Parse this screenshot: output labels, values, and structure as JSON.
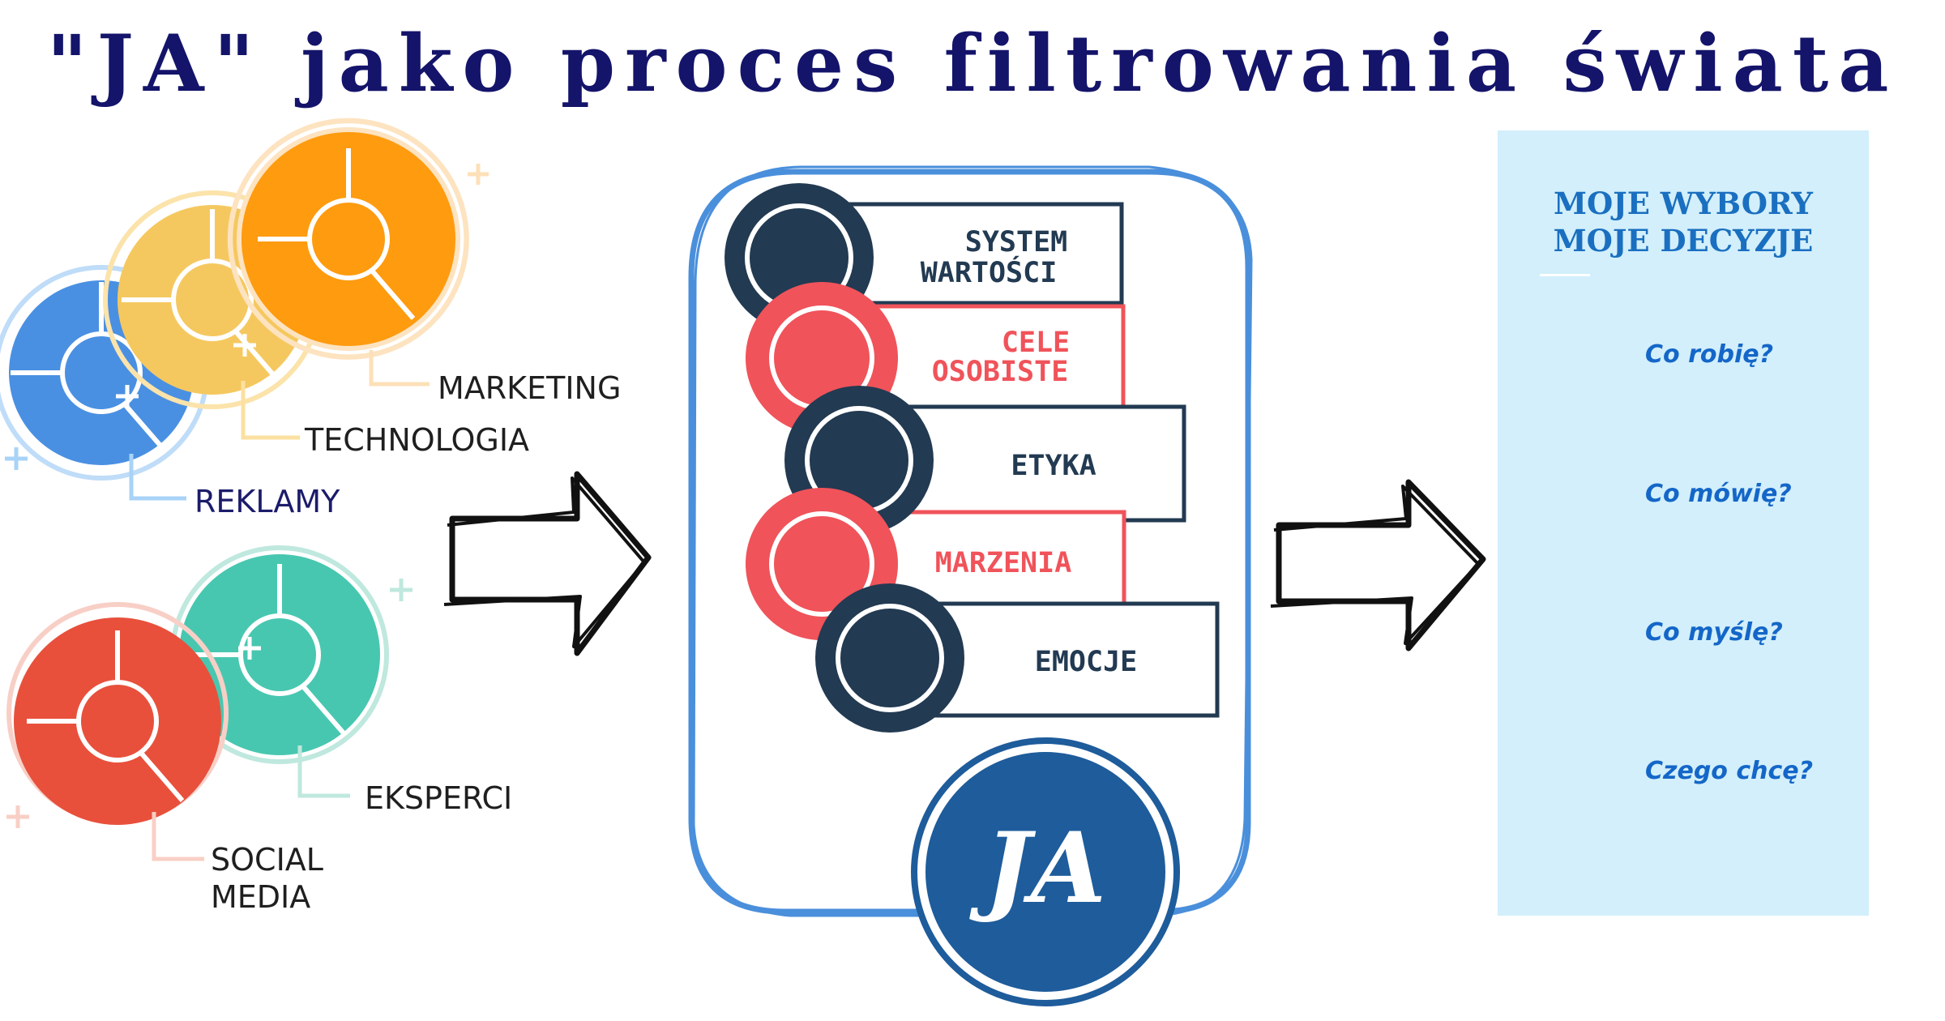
{
  "title": "\"JA\" jako proces filtrowania świata",
  "sources": {
    "marketing": "MARKETING",
    "technologia": "TECHNOLOGIA",
    "reklamy": "REKLAMY",
    "eksperci": "EKSPERCI",
    "social_media_line1": "SOCIAL",
    "social_media_line2": "MEDIA"
  },
  "filters": {
    "system_line1": "SYSTEM",
    "system_line2": "WARTOŚCI",
    "cele_line1": "CELE",
    "cele_line2": "OSOBISTE",
    "etyka": "ETYKA",
    "marzenia": "MARZENIA",
    "emocje": "EMOCJE"
  },
  "core": {
    "label": "JA"
  },
  "choices": {
    "title_line1": "MOJE WYBORY",
    "title_line2": "MOJE DECYZJE",
    "items": [
      "Co robię?",
      "Co mówię?",
      "Co myślę?",
      "Czego chcę?"
    ]
  },
  "colors": {
    "title": "#14146b",
    "navy_filter": "#223a52",
    "red_filter": "#f0535a",
    "frame": "#4a8fdb",
    "core": "#1e5c9b",
    "panel": "#d2effb",
    "panel_text": "#1a6fc0",
    "orange": "#ff9b0f",
    "yellow": "#f5c85f",
    "blue": "#4a90e2",
    "teal": "#48c7b0",
    "red": "#e8503c"
  },
  "icons": {
    "arrow": "right-arrow-icon",
    "heart": "heart-icon"
  }
}
